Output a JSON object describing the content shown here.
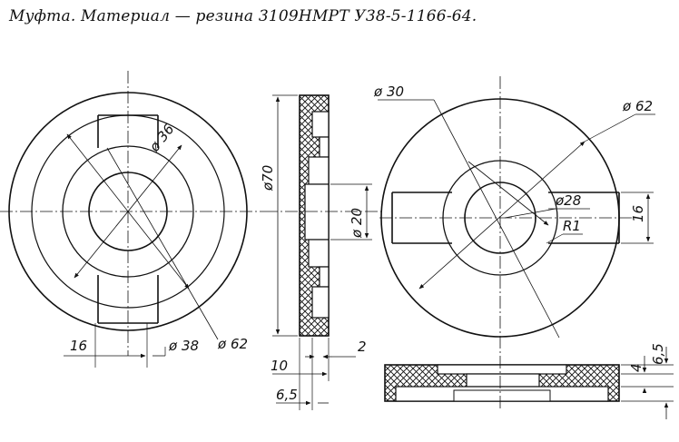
{
  "title": "Муфта. Материал — резина 3109НМРТ У38-5-1166-64.",
  "labels": {
    "left_d36": "ø 36",
    "left_d38": "ø 38",
    "left_d62": "ø 62",
    "left_w16": "16",
    "mid_d70": "ø70",
    "mid_d20": "ø 20",
    "mid_2": "2",
    "mid_10": "10",
    "mid_65": "6,5",
    "right_d30": "ø 30",
    "right_d62": "ø 62",
    "right_d28": "ø28",
    "right_r1": "R1",
    "right_16": "16",
    "bottom_4": "4",
    "bottom_65": "6,5"
  }
}
